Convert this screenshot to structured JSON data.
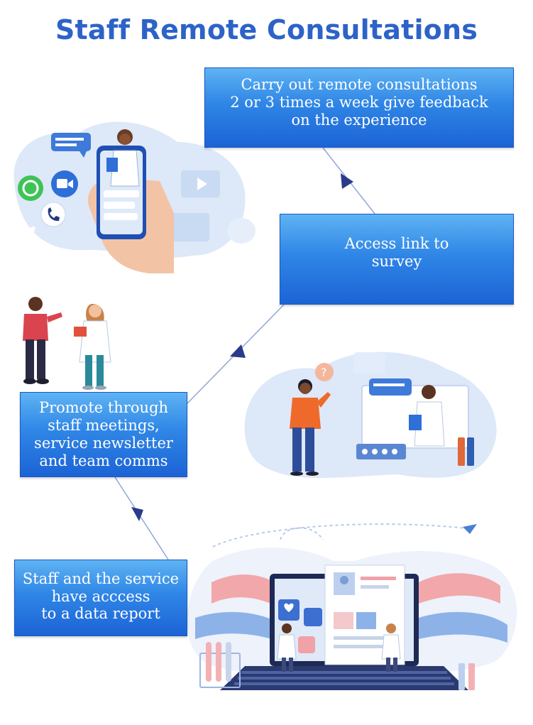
{
  "title": "Staff Remote Consultations",
  "steps": [
    {
      "text": "Carry out remote consultations\n2 or 3 times a week give feedback\non the experience"
    },
    {
      "text": "Access link to\nsurvey"
    },
    {
      "text": "Promote through\nstaff meetings,\nservice newsletter\nand team comms"
    },
    {
      "text": "Staff and the service\nhave acccess\nto a data report"
    }
  ],
  "colors": {
    "title": "#2d63c8",
    "box_top": "#5fb3f3",
    "box_bottom": "#1c63d6",
    "arrow": "#2a3a8c",
    "blob": "#dbe6f7",
    "accent_orange": "#ec6b2d",
    "accent_pink": "#f0a2a8"
  },
  "icons": [
    "whatsapp-icon",
    "video-call-icon",
    "phone-icon",
    "heart-icon",
    "chat-bubble-icon",
    "question-icon",
    "doctor-icon",
    "laptop-icon"
  ]
}
